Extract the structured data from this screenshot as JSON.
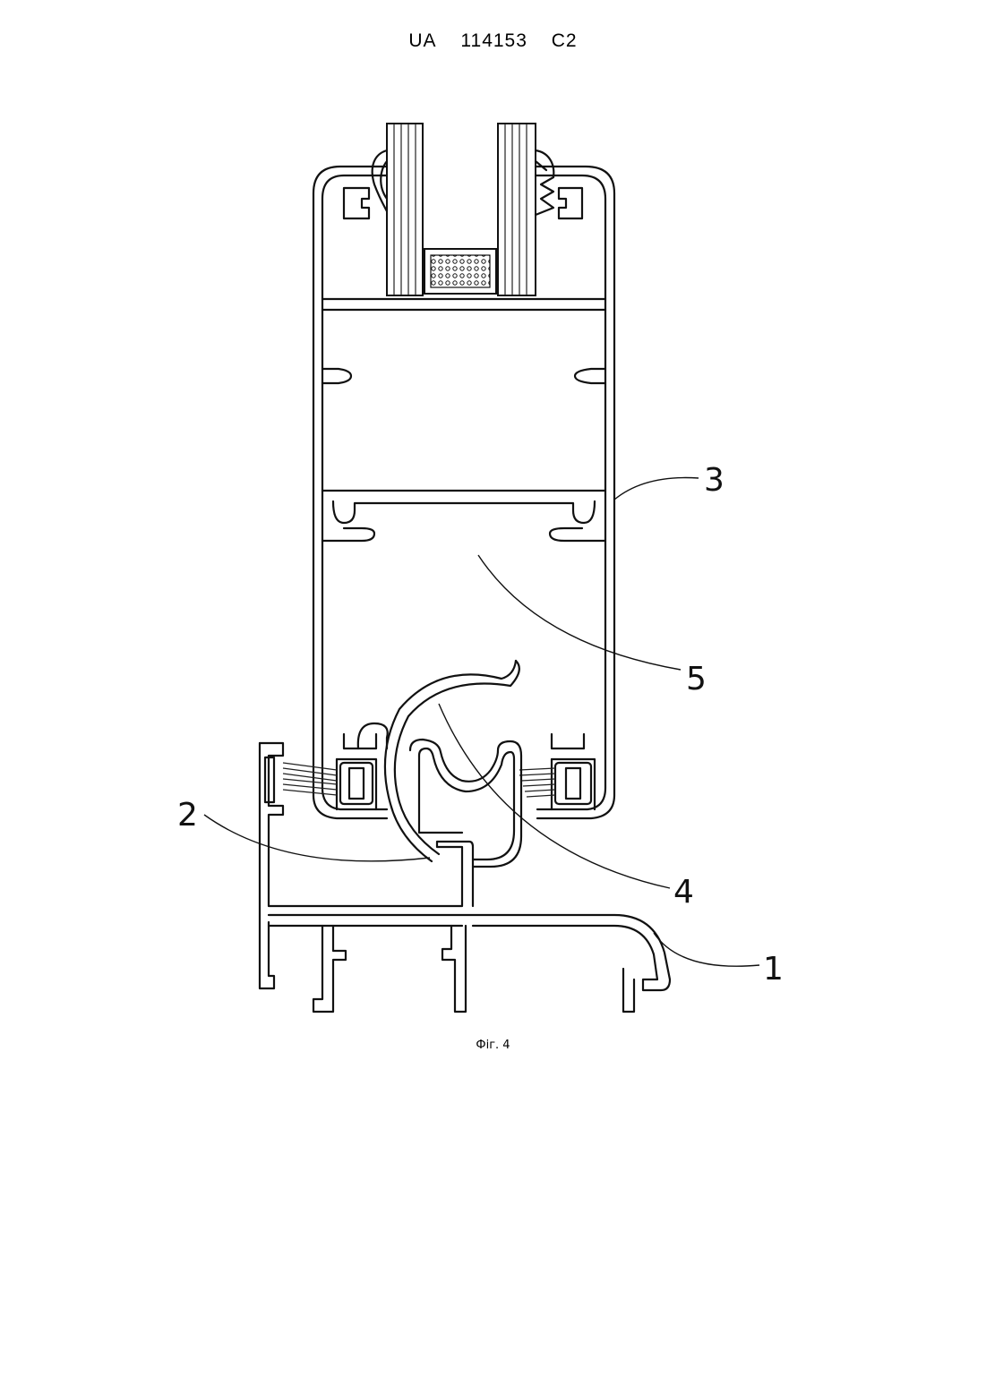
{
  "header": {
    "country": "UA",
    "number": "114153",
    "kind": "C2"
  },
  "figure": {
    "caption": "Фіг. 4",
    "labels": [
      "1",
      "2",
      "3",
      "4",
      "5"
    ]
  }
}
